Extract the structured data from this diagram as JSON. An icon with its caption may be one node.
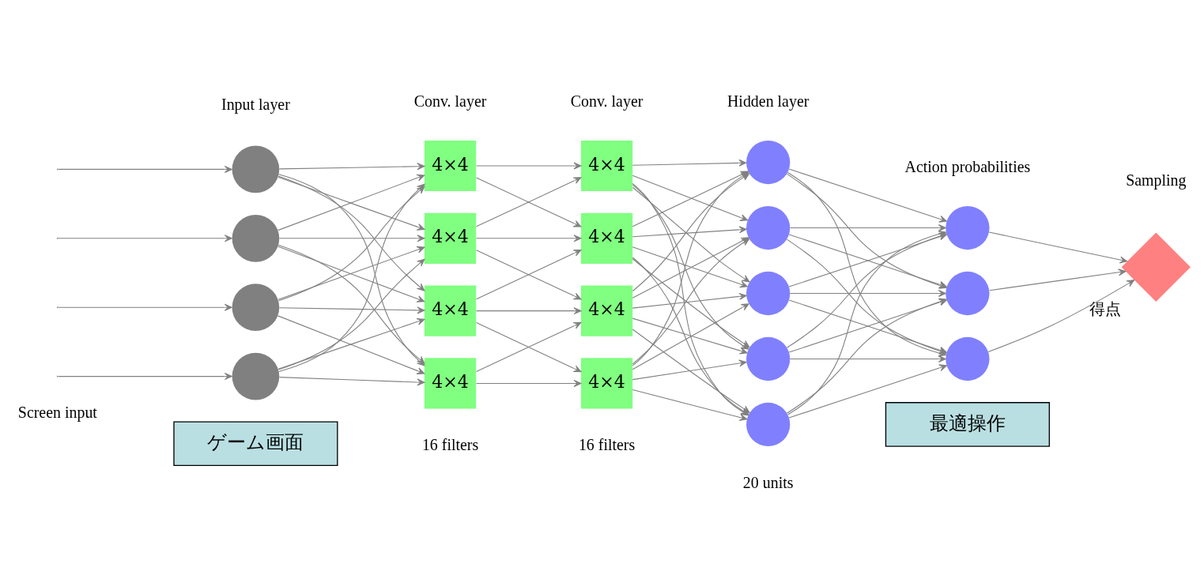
{
  "diagram": {
    "nodes": [
      {
        "text": [],
        "shape": "circle"
      },
      {
        "text": [],
        "shape": "circle"
      },
      {
        "text": [],
        "shape": "circle"
      },
      {
        "text": [],
        "shape": "circle"
      },
      {
        "text": [
          "4×4"
        ]
      },
      {
        "text": [
          "4×4"
        ]
      },
      {
        "text": [
          "4×4"
        ]
      },
      {
        "text": [
          "4×4"
        ]
      },
      {
        "text": [
          "4×4"
        ]
      },
      {
        "text": [
          "4×4"
        ]
      },
      {
        "text": [
          "4×4"
        ]
      },
      {
        "text": [
          "4×4"
        ]
      },
      {
        "text": [],
        "shape": "circle"
      },
      {
        "text": [],
        "shape": "circle"
      },
      {
        "text": [],
        "shape": "circle"
      },
      {
        "text": [],
        "shape": "circle"
      },
      {
        "text": [],
        "shape": "circle"
      },
      {
        "text": [],
        "shape": "circle"
      },
      {
        "text": [],
        "shape": "circle"
      },
      {
        "text": [],
        "shape": "circle"
      },
      {
        "text": [],
        "shape": "diamond",
        "beside": [
          "得点"
        ]
      },
      {
        "text": [
          "ゲーム画面"
        ]
      },
      {
        "text": [
          "最適操作"
        ]
      }
    ],
    "edges": [
      {
        "from": null,
        "to": 0,
        "arrow": "to"
      },
      {
        "from": null,
        "to": 1,
        "arrow": "to"
      },
      {
        "from": null,
        "to": 2,
        "arrow": "to"
      },
      {
        "from": null,
        "to": 3,
        "arrow": "to"
      },
      {
        "from": 0,
        "to": 4,
        "arrow": "to"
      },
      {
        "from": 0,
        "to": 5,
        "arrow": "to"
      },
      {
        "from": 0,
        "to": 6,
        "arrow": "to"
      },
      {
        "from": 0,
        "to": 7,
        "arrow": "to"
      },
      {
        "from": 1,
        "to": 4,
        "arrow": "to"
      },
      {
        "from": 1,
        "to": 5,
        "arrow": "to"
      },
      {
        "from": 1,
        "to": 6,
        "arrow": "to"
      },
      {
        "from": 1,
        "to": 7,
        "arrow": "to"
      },
      {
        "from": 2,
        "to": 4,
        "arrow": "to"
      },
      {
        "from": 2,
        "to": 5,
        "arrow": "to"
      },
      {
        "from": 2,
        "to": 6,
        "arrow": "to"
      },
      {
        "from": 2,
        "to": 7,
        "arrow": "to"
      },
      {
        "from": 3,
        "to": 4,
        "arrow": "to"
      },
      {
        "from": 3,
        "to": 5,
        "arrow": "to"
      },
      {
        "from": 3,
        "to": 6,
        "arrow": "to"
      },
      {
        "from": 3,
        "to": 7,
        "arrow": "to"
      },
      {
        "from": 4,
        "to": 8,
        "arrow": "to"
      },
      {
        "from": 4,
        "to": 9,
        "arrow": "to"
      },
      {
        "from": 5,
        "to": 8,
        "arrow": "to"
      },
      {
        "from": 5,
        "to": 9,
        "arrow": "to"
      },
      {
        "from": 5,
        "to": 10,
        "arrow": "to"
      },
      {
        "from": 6,
        "to": 9,
        "arrow": "to"
      },
      {
        "from": 6,
        "to": 10,
        "arrow": "to"
      },
      {
        "from": 6,
        "to": 11,
        "arrow": "to"
      },
      {
        "from": 7,
        "to": 10,
        "arrow": "to"
      },
      {
        "from": 7,
        "to": 11,
        "arrow": "to"
      },
      {
        "from": 8,
        "to": 12,
        "arrow": "to"
      },
      {
        "from": 8,
        "to": 13,
        "arrow": "to"
      },
      {
        "from": 8,
        "to": 14,
        "arrow": "to"
      },
      {
        "from": 8,
        "to": 15,
        "arrow": "to"
      },
      {
        "from": 8,
        "to": 16,
        "arrow": "to"
      },
      {
        "from": 9,
        "to": 12,
        "arrow": "to"
      },
      {
        "from": 9,
        "to": 13,
        "arrow": "to"
      },
      {
        "from": 9,
        "to": 14,
        "arrow": "to"
      },
      {
        "from": 9,
        "to": 15,
        "arrow": "to"
      },
      {
        "from": 9,
        "to": 16,
        "arrow": "to"
      },
      {
        "from": 10,
        "to": 12,
        "arrow": "to"
      },
      {
        "from": 10,
        "to": 13,
        "arrow": "to"
      },
      {
        "from": 10,
        "to": 14,
        "arrow": "to"
      },
      {
        "from": 10,
        "to": 15,
        "arrow": "to"
      },
      {
        "from": 10,
        "to": 16,
        "arrow": "to"
      },
      {
        "from": 11,
        "to": 12,
        "arrow": "to"
      },
      {
        "from": 11,
        "to": 13,
        "arrow": "to"
      },
      {
        "from": 11,
        "to": 14,
        "arrow": "to"
      },
      {
        "from": 11,
        "to": 15,
        "arrow": "to"
      },
      {
        "from": 11,
        "to": 16,
        "arrow": "to"
      },
      {
        "from": 12,
        "to": 17,
        "arrow": "to"
      },
      {
        "from": 12,
        "to": 18,
        "arrow": "to"
      },
      {
        "from": 12,
        "to": 19,
        "arrow": "to"
      },
      {
        "from": 13,
        "to": 17,
        "arrow": "to"
      },
      {
        "from": 13,
        "to": 18,
        "arrow": "to"
      },
      {
        "from": 13,
        "to": 19,
        "arrow": "to"
      },
      {
        "from": 14,
        "to": 17,
        "arrow": "to"
      },
      {
        "from": 14,
        "to": 18,
        "arrow": "to"
      },
      {
        "from": 14,
        "to": 19,
        "arrow": "to"
      },
      {
        "from": 15,
        "to": 17,
        "arrow": "to"
      },
      {
        "from": 15,
        "to": 18,
        "arrow": "to"
      },
      {
        "from": 15,
        "to": 19,
        "arrow": "to"
      },
      {
        "from": 16,
        "to": 17,
        "arrow": "to"
      },
      {
        "from": 16,
        "to": 18,
        "arrow": "to"
      },
      {
        "from": 16,
        "to": 19,
        "arrow": "to"
      },
      {
        "from": 17,
        "to": 20,
        "arrow": "to"
      },
      {
        "from": 18,
        "to": 20,
        "arrow": "to"
      },
      {
        "from": 19,
        "to": 20,
        "arrow": "to"
      }
    ],
    "labels": [
      "Input layer",
      "Conv. layer",
      "Conv. layer",
      "Hidden layer",
      "Action probabilities",
      "Sampling",
      "Screen input",
      "16 filters",
      "16 filters",
      "20 units"
    ]
  }
}
